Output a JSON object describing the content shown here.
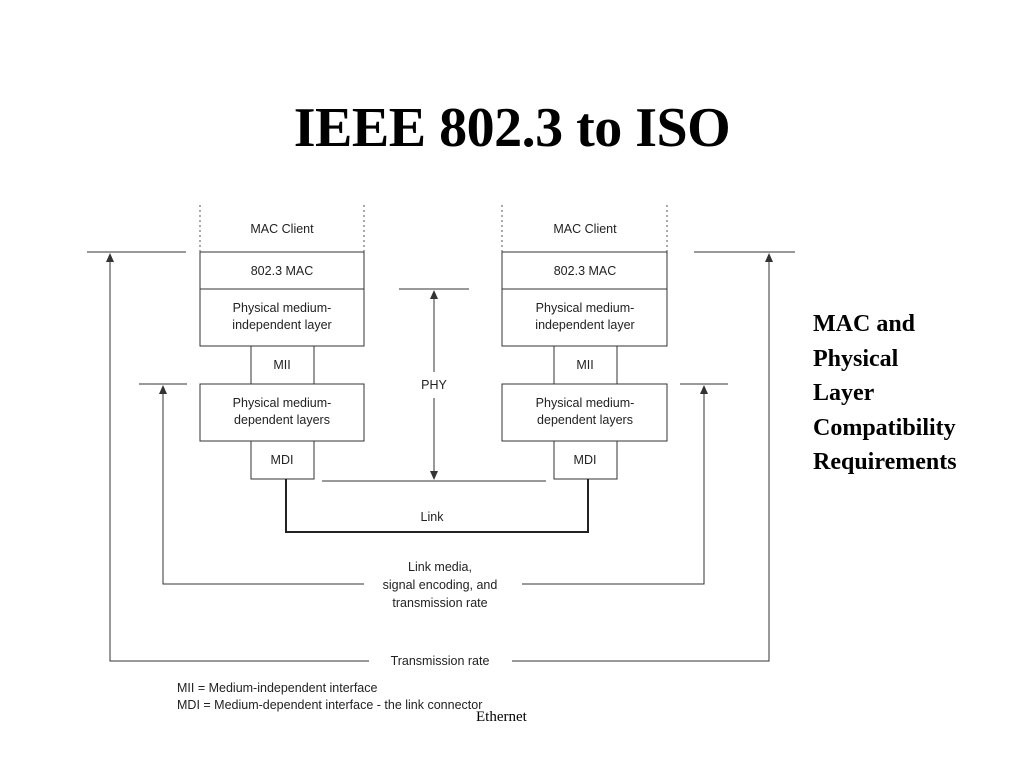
{
  "slide": {
    "title": "IEEE 802.3 to ISO",
    "side_note_lines": [
      "MAC and",
      "Physical",
      "Layer",
      "Compatibility",
      "Requirements"
    ],
    "footer": "Ethernet"
  },
  "diagram": {
    "left_stack": {
      "mac_client": "MAC Client",
      "mac": "802.3 MAC",
      "pmi_lines": [
        "Physical medium-",
        "independent layer"
      ],
      "mii": "MII",
      "pmd_lines": [
        "Physical medium-",
        "dependent layers"
      ],
      "mdi": "MDI"
    },
    "right_stack": {
      "mac_client": "MAC Client",
      "mac": "802.3 MAC",
      "pmi_lines": [
        "Physical medium-",
        "independent layer"
      ],
      "mii": "MII",
      "pmd_lines": [
        "Physical medium-",
        "dependent layers"
      ],
      "mdi": "MDI"
    },
    "phy_label": "PHY",
    "link_label": "Link",
    "link_media_lines": [
      "Link media,",
      "signal encoding, and",
      "transmission rate"
    ],
    "transmission_rate_label": "Transmission rate",
    "legend": [
      "MII = Medium-independent interface",
      "MDI = Medium-dependent interface - the link connector"
    ]
  }
}
